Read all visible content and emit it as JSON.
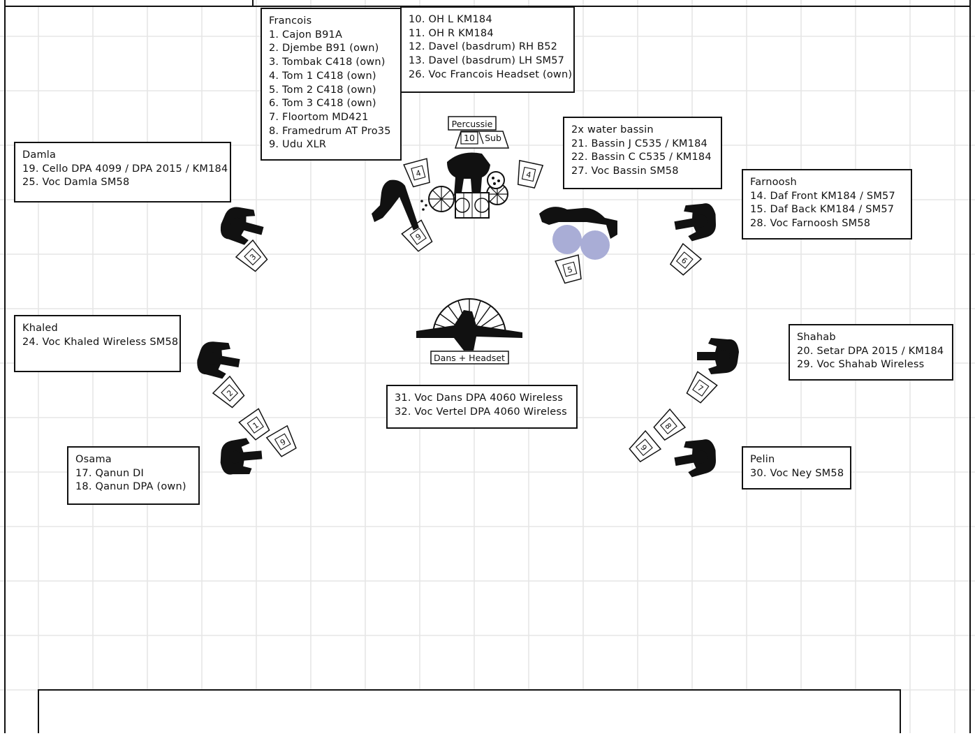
{
  "colors": {
    "grid": "#e6e6e6",
    "ink": "#111111",
    "water_bassin": "#a9add6",
    "background": "#ffffff"
  },
  "icons": {
    "musician": "musician-topview-icon",
    "monitor_wedge": "monitor-wedge-icon",
    "drum_kit": "percussion-kit-icon",
    "water_bassin": "water-bassin-icon",
    "dancer": "dancer-skirt-icon"
  },
  "boxes": {
    "francois": {
      "lines": [
        "Francois",
        "1. Cajon B91A",
        "2. Djembe B91 (own)",
        "3. Tombak C418 (own)",
        "4. Tom 1 C418 (own)",
        "5. Tom 2 C418 (own)",
        "6. Tom 3 C418 (own)",
        "7. Floortom MD421",
        "8. Framedrum AT Pro35",
        "9. Udu XLR"
      ]
    },
    "overheads": {
      "lines": [
        "10. OH L KM184",
        "11. OH R KM184",
        "12. Davel (basdrum) RH B52",
        "13. Davel (basdrum) LH SM57",
        "26. Voc Francois Headset (own)"
      ]
    },
    "damla": {
      "lines": [
        "Damla",
        "19. Cello DPA 4099 / DPA 2015 / KM184",
        "25. Voc Damla SM58"
      ]
    },
    "water": {
      "lines": [
        "2x water bassin",
        "21. Bassin J C535 / KM184",
        "22. Bassin C C535 / KM184",
        "27. Voc Bassin SM58"
      ]
    },
    "farnoosh": {
      "lines": [
        "Farnoosh",
        "14. Daf Front KM184 / SM57",
        "15. Daf Back KM184 / SM57",
        "28. Voc Farnoosh SM58"
      ]
    },
    "khaled": {
      "lines": [
        "Khaled",
        "24. Voc Khaled Wireless SM58"
      ]
    },
    "shahab": {
      "lines": [
        "Shahab",
        "20. Setar DPA 2015 / KM184",
        "29. Voc Shahab Wireless"
      ]
    },
    "dans": {
      "lines": [
        "31. Voc Dans DPA 4060 Wireless",
        "32. Voc Vertel DPA 4060 Wireless"
      ]
    },
    "osama": {
      "lines": [
        "Osama",
        "17. Qanun DI",
        "18. Qanun DPA (own)"
      ]
    },
    "pelin": {
      "lines": [
        "Pelin",
        "30. Voc Ney SM58"
      ]
    }
  },
  "labels": {
    "percussie": "Percussie",
    "sub_number": "10",
    "sub": "Sub",
    "dancer": "Dans + Headset"
  },
  "wedges": [
    {
      "id": "wedge-drum-left",
      "number": "4"
    },
    {
      "id": "wedge-drum-right",
      "number": "4"
    },
    {
      "id": "wedge-percussion",
      "number": "9"
    },
    {
      "id": "wedge-damla",
      "number": "3"
    },
    {
      "id": "wedge-water",
      "number": "5"
    },
    {
      "id": "wedge-farnoosh",
      "number": "6"
    },
    {
      "id": "wedge-khaled",
      "number": "2"
    },
    {
      "id": "wedge-osama-1",
      "number": "1"
    },
    {
      "id": "wedge-osama-2",
      "number": "9"
    },
    {
      "id": "wedge-shahab",
      "number": "7"
    },
    {
      "id": "wedge-pelin-1",
      "number": "8"
    },
    {
      "id": "wedge-pelin-2",
      "number": "9"
    }
  ]
}
